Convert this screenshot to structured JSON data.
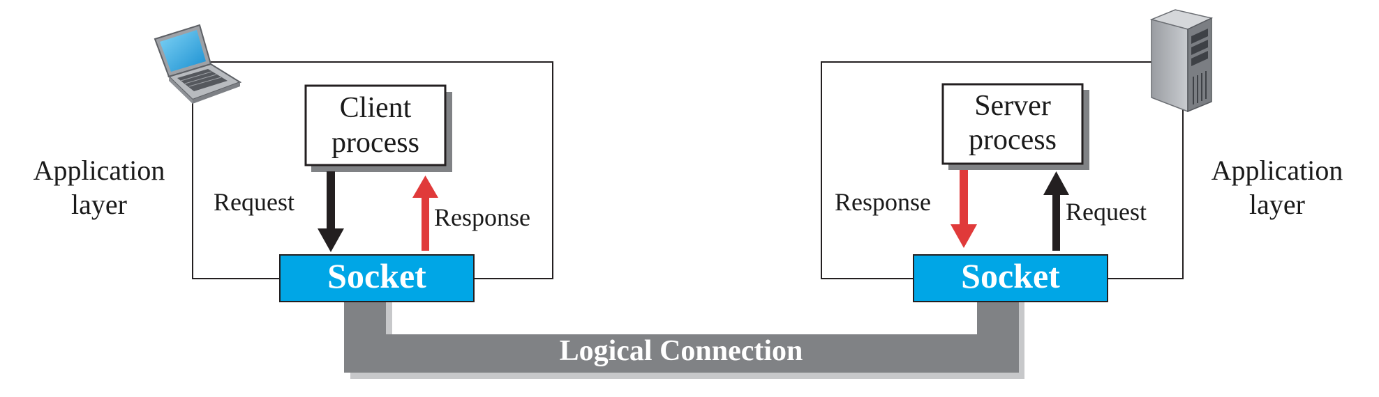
{
  "left": {
    "layer_line1": "Application",
    "layer_line2": "layer",
    "process_line1": "Client",
    "process_line2": "process",
    "down_arrow_label": "Request",
    "up_arrow_label": "Response",
    "socket_label": "Socket",
    "device_icon": "laptop-icon"
  },
  "right": {
    "layer_line1": "Application",
    "layer_line2": "layer",
    "process_line1": "Server",
    "process_line2": "process",
    "down_arrow_label": "Response",
    "up_arrow_label": "Request",
    "socket_label": "Socket",
    "device_icon": "server-tower-icon"
  },
  "connection": {
    "label": "Logical Connection"
  },
  "colors": {
    "socket": "#00a6e6",
    "connection": "#808285",
    "request_arrow": "#231f20",
    "response_arrow": "#e03a3a",
    "box_shadow": "#808285"
  }
}
